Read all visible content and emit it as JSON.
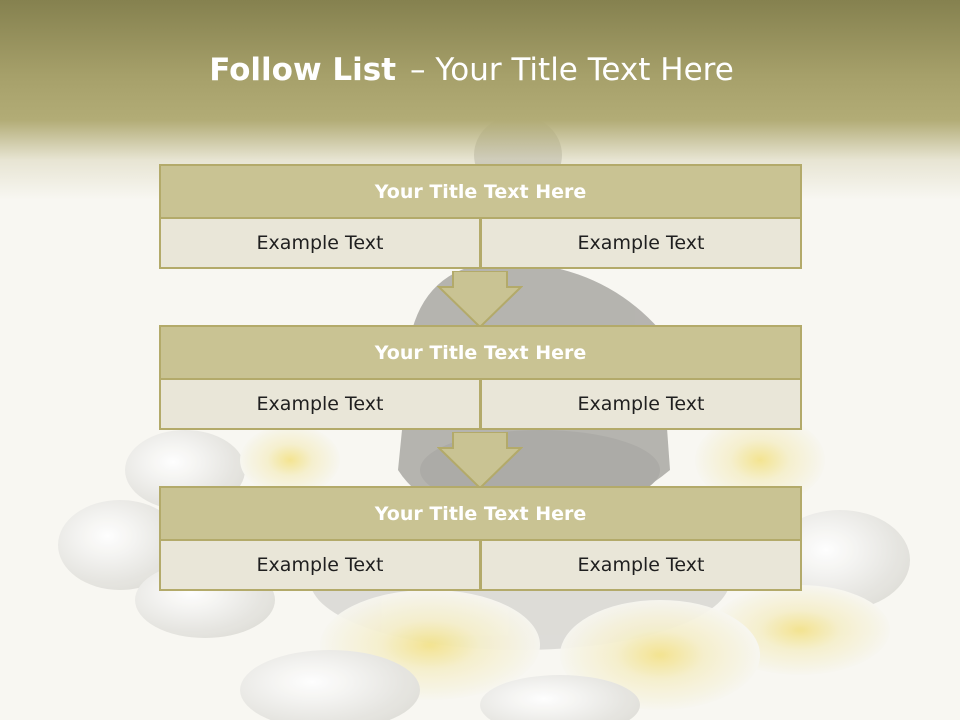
{
  "slide": {
    "title_bold": "Follow List",
    "title_dash": "–",
    "title_rest": "Your Title Text Here"
  },
  "steps": [
    {
      "title": "Your Title Text Here",
      "left": "Example Text",
      "right": "Example Text"
    },
    {
      "title": "Your Title Text Here",
      "left": "Example Text",
      "right": "Example Text"
    },
    {
      "title": "Your Title Text Here",
      "left": "Example Text",
      "right": "Example Text"
    }
  ],
  "colors": {
    "header_dark": "#85814f",
    "header_light": "#b2ac76",
    "box_title_fill": "#c9c393",
    "box_cell_fill": "#e9e6d8",
    "box_border": "#b3aa6a",
    "arrow_fill": "#c9c393"
  }
}
